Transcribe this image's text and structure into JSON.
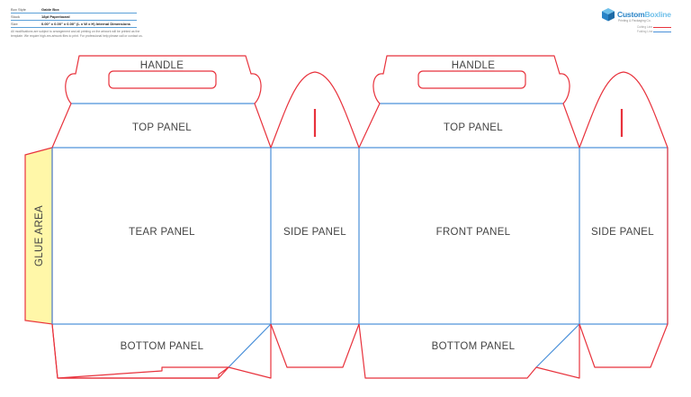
{
  "spec": {
    "rows": [
      {
        "key": "Box Style",
        "value": "Gable Box"
      },
      {
        "key": "Stock",
        "value": "18pt Paperboard"
      },
      {
        "key": "Size",
        "value": "0.00\" x 0.00\" x 0.00\" (L x W x H) Internal Dimensions"
      }
    ],
    "note": "All modifications are subject to arrangement and all printing on the artwork will be printed as the template. We require high-res artwork files to print. For professional help please call or contact us."
  },
  "logo": {
    "name_main": "Custom",
    "name_accent": "Boxline",
    "tagline": "Printing & Packaging Co.",
    "legend": [
      {
        "label": "Cutting Line",
        "color": "#e8323c"
      },
      {
        "label": "Folding Line",
        "color": "#4a90d9"
      }
    ]
  },
  "panels": {
    "handle_left": "HANDLE",
    "handle_right": "HANDLE",
    "top_left": "TOP PANEL",
    "top_right": "TOP PANEL",
    "tear": "TEAR PANEL",
    "side_left": "SIDE PANEL",
    "front": "FRONT PANEL",
    "side_right": "SIDE PANEL",
    "bottom_left": "BOTTOM PANEL",
    "bottom_right": "BOTTOM PANEL",
    "glue": "GLUE AREA"
  },
  "colors": {
    "cut": "#e8323c",
    "fold": "#4a90d9",
    "glue_fill": "#fff7a8",
    "text": "#444444"
  }
}
